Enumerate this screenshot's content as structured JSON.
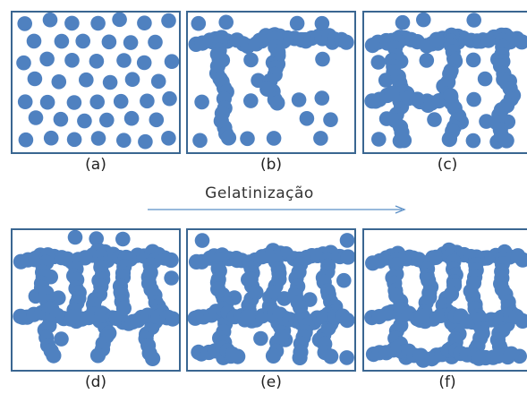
{
  "colors": {
    "particle": "#4f81c0",
    "frame": "#3a6691",
    "arrow": "#5b8fc7",
    "label": "#222222"
  },
  "process": {
    "label": "Gelatinização"
  },
  "panels": [
    {
      "id": "a",
      "label": "(a)",
      "stage": "dispersed"
    },
    {
      "id": "b",
      "label": "(b)",
      "stage": "beginning-to-aggregate"
    },
    {
      "id": "c",
      "label": "(c)",
      "stage": "networks-forming"
    },
    {
      "id": "d",
      "label": "(d)",
      "stage": "connected-network"
    },
    {
      "id": "e",
      "label": "(e)",
      "stage": "dense-network"
    },
    {
      "id": "f",
      "label": "(f)",
      "stage": "fully-gelled"
    }
  ]
}
